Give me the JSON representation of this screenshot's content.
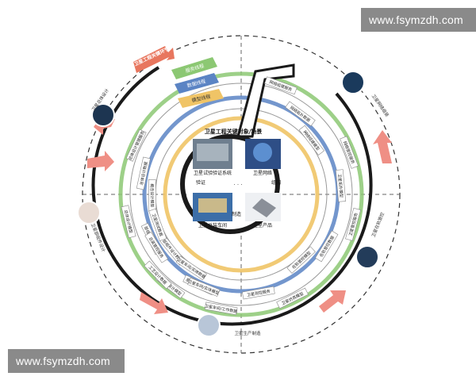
{
  "watermarks": [
    "www.fsymzdh.com",
    "www.fsymzdh.com"
  ],
  "center": {
    "title": "卫星工程关键对象/场景",
    "panels": [
      "卫星试验验证系统",
      "卫星网络",
      "卫星总装车间",
      "卫星产品"
    ],
    "verbs": [
      "验证",
      "组网",
      "制造"
    ],
    "ellipsis": "· · ·"
  },
  "lifecycle_banner": "卫星工程关键环节",
  "legend": [
    "服务线程",
    "数据线程",
    "模型线程"
  ],
  "stages": [
    "卫星总体设计",
    "卫星网络组装",
    "卫星部组件设计",
    "卫星生产制造",
    "卫星在轨管控"
  ],
  "ring_labels": {
    "design": [
      "总体设计管理服务",
      "总体设计数据",
      "概念设计模型",
      "总体设计模型",
      "部组件设计服务",
      "部组件设计数据",
      "部组件设计模型",
      "部组件设计模型"
    ],
    "manufacturing": [
      "卫星车间/工作数据",
      "卫星车间/实体模型",
      "卫星车间/实体数据",
      "工艺设计数据",
      "总装管控服务",
      "卫星测试数据"
    ],
    "network": [
      "网络组建服务",
      "网络拓扑数据",
      "网络组建模型",
      "网络管控服务",
      "卫星拓扑模型"
    ],
    "operations": [
      "卫星管控服务",
      "在轨管控数据",
      "在轨管控模型",
      "卫星仿真模型",
      "卫星测控服务"
    ]
  },
  "colors": {
    "service": "#8cc873",
    "data": "#5b84c4",
    "model": "#f0c466",
    "accent": "#e8765e",
    "dark": "#1a1a1a"
  }
}
